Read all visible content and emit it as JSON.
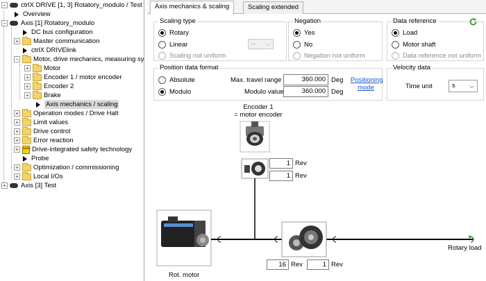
{
  "tree": {
    "root": "ctrlX DRIVE [1, 3] Rotatory_modulo / Test",
    "overview": "Overview",
    "axis1": "Axis [1] Rotatory_modulo",
    "items": [
      "DC bus configuration",
      "Master communication",
      "ctrlX DRIVElink",
      "Motor, drive mechanics, measuring systems",
      "Motor",
      "Encoder 1 / motor encoder",
      "Encoder 2",
      "Brake",
      "Axis mechanics / scaling",
      "Operation modes / Drive Halt",
      "Limit values",
      "Drive control",
      "Error reaction",
      "Drive-integrated safety technology",
      "Probe",
      "Optimization / commissioning",
      "Local I/Os"
    ],
    "axis3": "Axis [3] Test"
  },
  "tabs": [
    "Axis mechanics & scaling",
    "Scaling extended"
  ],
  "scaling_type": {
    "title": "Scaling type",
    "rotary": "Rotary",
    "linear": "Linear",
    "not_uniform": "Scaling not uniform",
    "linear_select": "--",
    "selected": "rotary"
  },
  "negation": {
    "title": "Negation",
    "yes": "Yes",
    "no": "No",
    "not_uniform": "Negation not uniform",
    "selected": "yes"
  },
  "data_reference": {
    "title": "Data reference",
    "load": "Load",
    "motor_shaft": "Motor shaft",
    "not_uniform": "Data reference not uniform",
    "selected": "load"
  },
  "position_format": {
    "title": "Position data format",
    "absolute": "Absolute",
    "modulo": "Modulo",
    "selected": "modulo",
    "max_travel_label": "Max. travel range ±",
    "max_travel_value": "360.000",
    "modulo_label": "Modulo value",
    "modulo_value": "360.000",
    "unit": "Deg",
    "link": "Positioning mode"
  },
  "velocity": {
    "title": "Velocity data",
    "time_unit_label": "Time unit",
    "time_unit_value": "s"
  },
  "diagram": {
    "encoder_title": "Encoder 1\n= motor encoder",
    "enc_rev1": "1",
    "enc_rev2": "1",
    "gear_rev1": "16",
    "gear_rev2": "1",
    "rev_unit": "Rev",
    "motor_label": "Rot. motor",
    "load_label": "Rotary load"
  },
  "colors": {
    "accent": "#1a56c8",
    "refresh": "#2a9a2a",
    "load_arrow": "#2a9a2a"
  }
}
